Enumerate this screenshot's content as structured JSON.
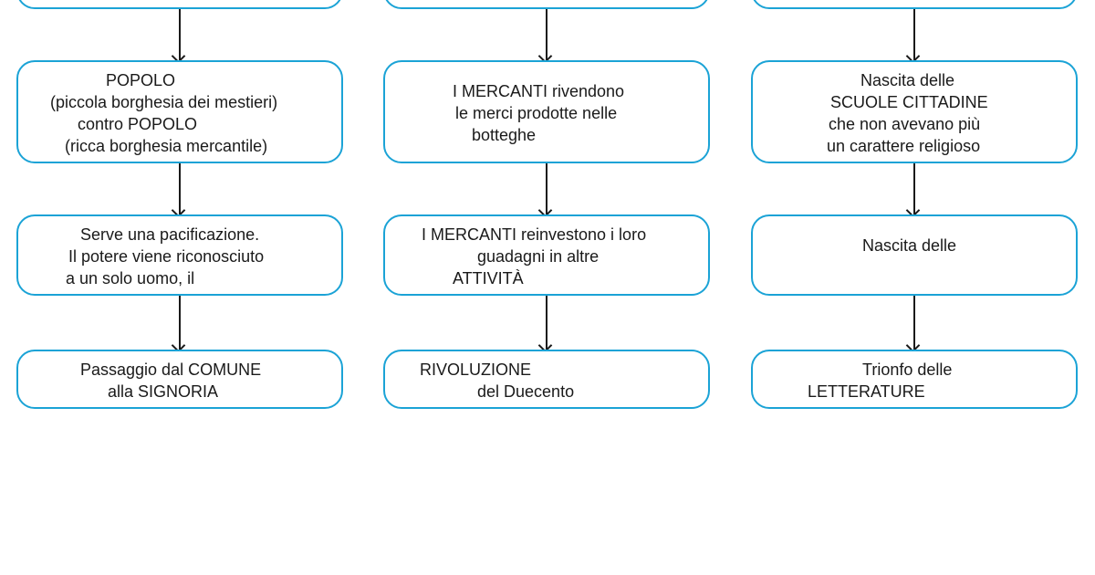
{
  "colors": {
    "box_border": "#1ba3d6",
    "text": "#1a1a1a",
    "arrow": "#1a1a1a",
    "background": "#ffffff"
  },
  "columns": [
    {
      "boxes": [
        {
          "lines": []
        },
        {
          "lines": [
            "POPOLO",
            "(piccola borghesia dei mestieri)",
            "contro POPOLO",
            "(ricca borghesia mercantile)"
          ]
        },
        {
          "lines": [
            "Serve una pacificazione.",
            "Il potere viene riconosciuto",
            "a un solo uomo, il"
          ]
        },
        {
          "lines": [
            "Passaggio dal COMUNE",
            "alla SIGNORIA"
          ]
        }
      ]
    },
    {
      "boxes": [
        {
          "lines": []
        },
        {
          "lines": [
            "I MERCANTI rivendono",
            "le merci prodotte nelle",
            "botteghe"
          ]
        },
        {
          "lines": [
            "I MERCANTI reinvestono i loro",
            "guadagni in altre",
            "ATTIVITÀ"
          ]
        },
        {
          "lines": [
            "RIVOLUZIONE",
            "del Duecento"
          ]
        }
      ]
    },
    {
      "boxes": [
        {
          "lines": []
        },
        {
          "lines": [
            "Nascita delle",
            "SCUOLE CITTADINE",
            "che non avevano più",
            "un carattere religioso"
          ]
        },
        {
          "lines": [
            "Nascita delle"
          ]
        },
        {
          "lines": [
            "Trionfo delle",
            "LETTERATURE"
          ]
        }
      ]
    }
  ]
}
